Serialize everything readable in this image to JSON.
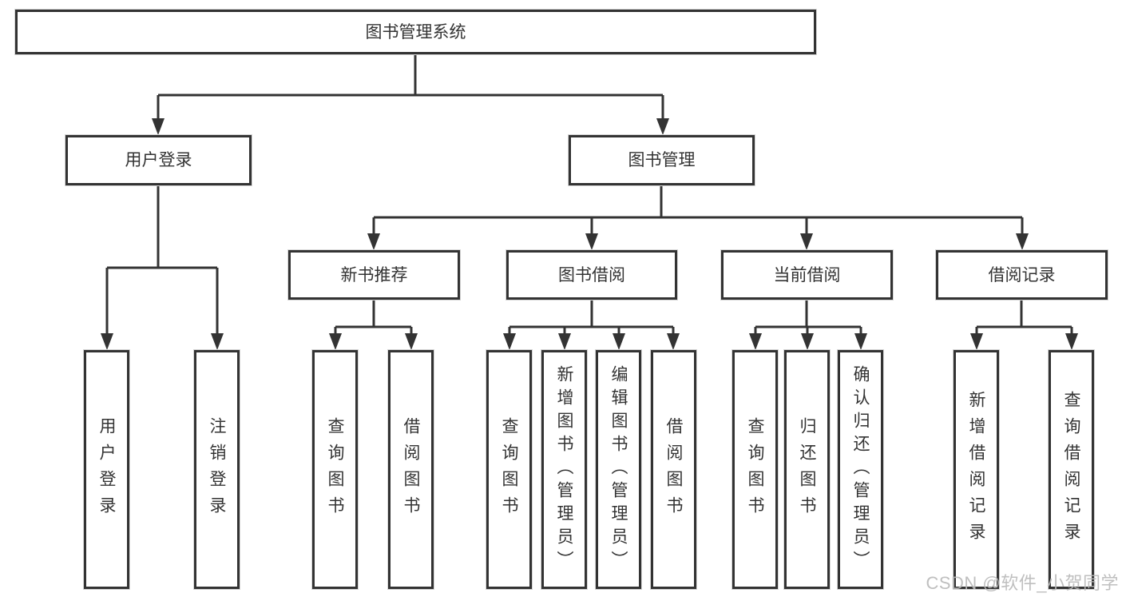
{
  "tree": {
    "label": "图书管理系统",
    "children": [
      {
        "label": "用户登录",
        "children": [
          {
            "label": "用户登录"
          },
          {
            "label": "注销登录"
          }
        ]
      },
      {
        "label": "图书管理",
        "children": [
          {
            "label": "新书推荐",
            "children": [
              {
                "label": "查询图书"
              },
              {
                "label": "借阅图书"
              }
            ]
          },
          {
            "label": "图书借阅",
            "children": [
              {
                "label": "查询图书"
              },
              {
                "label": "新增图书（管理员）"
              },
              {
                "label": "编辑图书（管理员）"
              },
              {
                "label": "借阅图书"
              }
            ]
          },
          {
            "label": "当前借阅",
            "children": [
              {
                "label": "查询图书"
              },
              {
                "label": "归还图书"
              },
              {
                "label": "确认归还（管理员）"
              }
            ]
          },
          {
            "label": "借阅记录",
            "children": [
              {
                "label": "新增借阅记录"
              },
              {
                "label": "查询借阅记录"
              }
            ]
          }
        ]
      }
    ]
  },
  "watermark": {
    "text": "CSDN @软件_小贺同学"
  },
  "colors": {
    "line": "#333333",
    "box_border": "#333333",
    "text": "#333333",
    "background": "#ffffff",
    "watermark": "#bababa"
  }
}
